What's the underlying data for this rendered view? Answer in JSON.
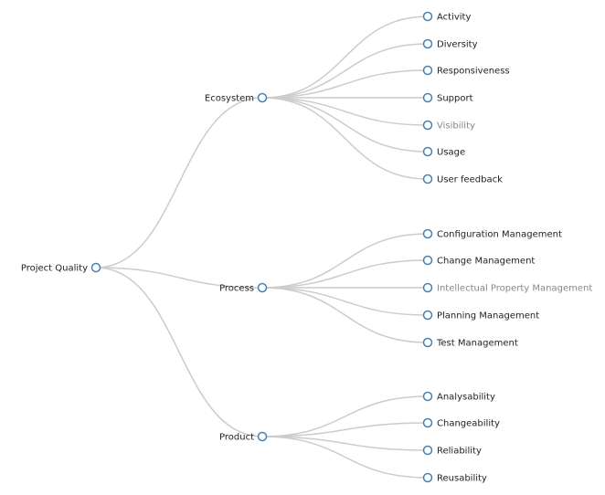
{
  "tree": {
    "title": "",
    "colors": {
      "link": "#cccccc",
      "node_stroke": "#4682b4",
      "node_fill": "#ffffff",
      "label": "#222222",
      "label_muted": "#888888"
    },
    "root": {
      "label": "Project Quality",
      "children": [
        {
          "label": "Ecosystem",
          "children": [
            {
              "label": "Activity"
            },
            {
              "label": "Diversity"
            },
            {
              "label": "Responsiveness"
            },
            {
              "label": "Support"
            },
            {
              "label": "Visibility",
              "muted": true
            },
            {
              "label": "Usage"
            },
            {
              "label": "User feedback"
            }
          ]
        },
        {
          "label": "Process",
          "children": [
            {
              "label": "Configuration Management"
            },
            {
              "label": "Change Management"
            },
            {
              "label": "Intellectual Property Management",
              "muted": true
            },
            {
              "label": "Planning Management"
            },
            {
              "label": "Test Management"
            }
          ]
        },
        {
          "label": "Product",
          "children": [
            {
              "label": "Analysability"
            },
            {
              "label": "Changeability"
            },
            {
              "label": "Reliability"
            },
            {
              "label": "Reusability"
            }
          ]
        }
      ]
    }
  }
}
